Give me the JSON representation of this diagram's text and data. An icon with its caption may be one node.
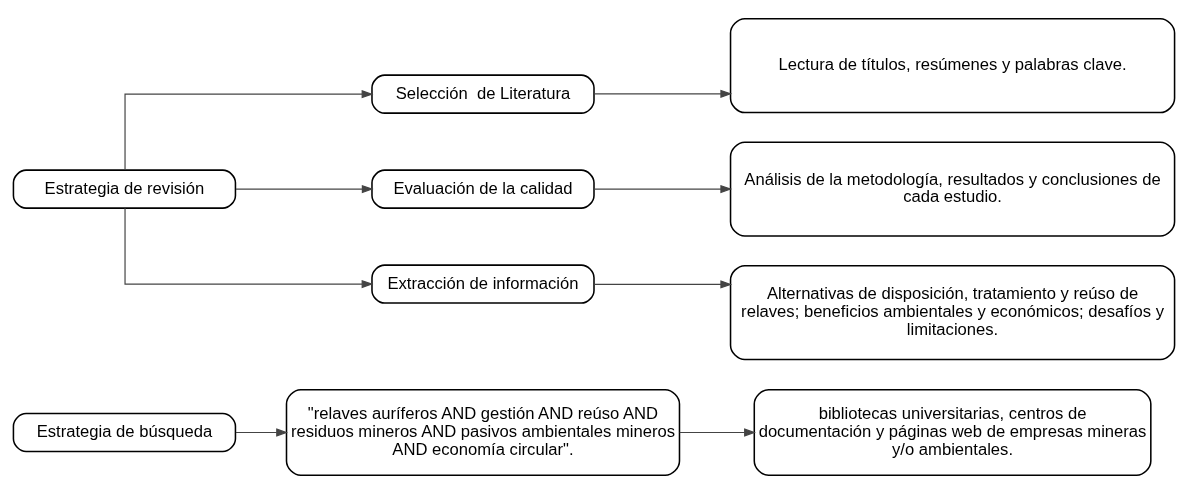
{
  "diagram": {
    "nodes": [
      {
        "text": [
          "Estrategia de búsqueda"
        ]
      },
      {
        "text": [
          "\"relaves auríferos AND gestión AND reúso AND residuos mineros AND pasivos ambientales mineros AND economía circular\"."
        ]
      },
      {
        "text": [
          "bibliotecas universitarias, centros de documentación y páginas web de empresas mineras y/o ambientales."
        ]
      },
      {
        "text": [
          "Estrategia de revisión"
        ]
      },
      {
        "text": [
          "Selección  de Literatura"
        ]
      },
      {
        "text": [
          "Lectura de títulos, resúmenes y palabras clave."
        ]
      },
      {
        "text": [
          "Evaluación de la calidad"
        ]
      },
      {
        "text": [
          "Análisis de la metodología, resultados y conclusiones de cada estudio."
        ]
      },
      {
        "text": [
          "Extracción de información"
        ]
      },
      {
        "text": [
          "Alternativas de disposición, tratamiento y reúso de relaves; beneficios ambientales y económicos; desafíos y limitaciones."
        ]
      }
    ],
    "edges": [
      {
        "from": 0,
        "to": 1,
        "arrow": "to"
      },
      {
        "from": 1,
        "to": 2,
        "arrow": "to"
      },
      {
        "from": 3,
        "to": 4,
        "arrow": "to"
      },
      {
        "from": 3,
        "to": 6,
        "arrow": "to"
      },
      {
        "from": 3,
        "to": 8,
        "arrow": "to"
      },
      {
        "from": 4,
        "to": 5,
        "arrow": "to"
      },
      {
        "from": 6,
        "to": 7,
        "arrow": "to"
      },
      {
        "from": 8,
        "to": 9,
        "arrow": "to"
      }
    ]
  }
}
